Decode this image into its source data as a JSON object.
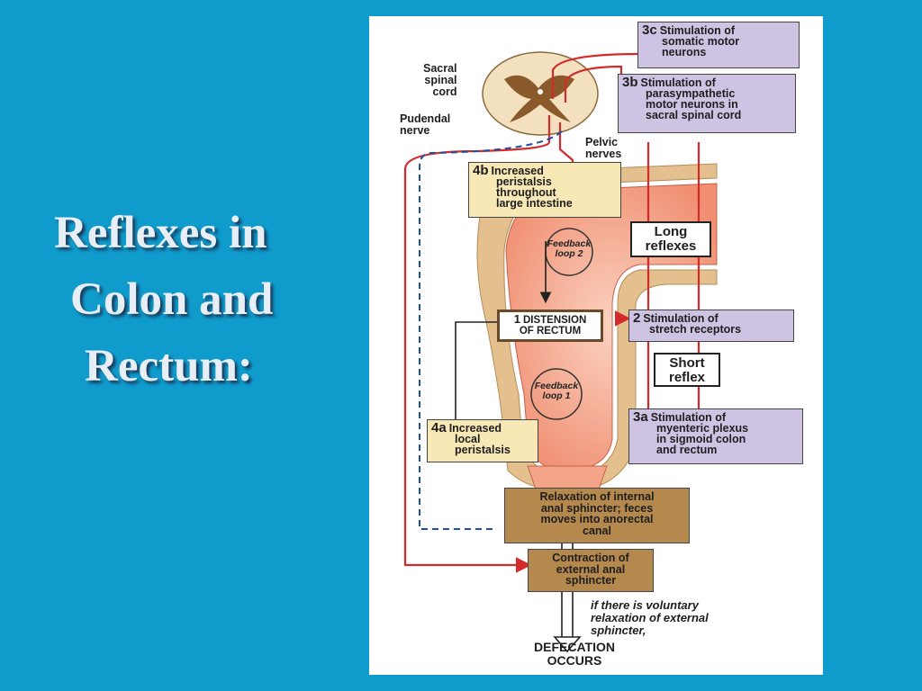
{
  "slide": {
    "title_lines": [
      "Reflexes in",
      "Colon and",
      "Rectum:"
    ]
  },
  "diagram": {
    "labels": {
      "sacral": [
        "Sacral",
        "spinal",
        "cord"
      ],
      "pudendal": [
        "Pudendal",
        "nerve"
      ],
      "pelvic": [
        "Pelvic",
        "nerves"
      ],
      "voluntary": [
        "if there is voluntary",
        "relaxation of external",
        "sphincter,"
      ],
      "defecation": [
        "DEFECATION",
        "OCCURS"
      ]
    },
    "boxes": {
      "b3c": {
        "num": "3c",
        "lines": [
          "Stimulation of",
          "somatic motor",
          "neurons"
        ]
      },
      "b3b": {
        "num": "3b",
        "lines": [
          "Stimulation of",
          "parasympathetic",
          "motor neurons in",
          "sacral spinal cord"
        ]
      },
      "b4b": {
        "num": "4b",
        "lines": [
          "Increased",
          "peristalsis",
          "throughout",
          "large intestine"
        ]
      },
      "long": {
        "lines": [
          "Long",
          "reflexes"
        ]
      },
      "b1": {
        "num": "1",
        "lines": [
          "DISTENSION",
          "OF RECTUM"
        ]
      },
      "b2": {
        "num": "2",
        "lines": [
          "Stimulation of",
          "stretch receptors"
        ]
      },
      "short": {
        "lines": [
          "Short",
          "reflex"
        ]
      },
      "b3a": {
        "num": "3a",
        "lines": [
          "Stimulation of",
          "myenteric plexus",
          "in sigmoid colon",
          "and rectum"
        ]
      },
      "b4a": {
        "num": "4a",
        "lines": [
          "Increased",
          "local",
          "peristalsis"
        ]
      },
      "internal": {
        "lines": [
          "Relaxation of internal",
          "anal sphincter; feces",
          "moves into anorectal",
          "canal"
        ]
      },
      "external": {
        "lines": [
          "Contraction of",
          "external anal",
          "sphincter"
        ]
      }
    },
    "loops": {
      "loop2": [
        "Feedback",
        "loop 2"
      ],
      "loop1": [
        "Feedback",
        "loop 1"
      ]
    },
    "colors": {
      "nerve_red": "#d42a2a",
      "dashed_blue": "#1f4fa0",
      "colon_fill": "#f7a58a",
      "colon_wall": "#e3c08e"
    }
  }
}
